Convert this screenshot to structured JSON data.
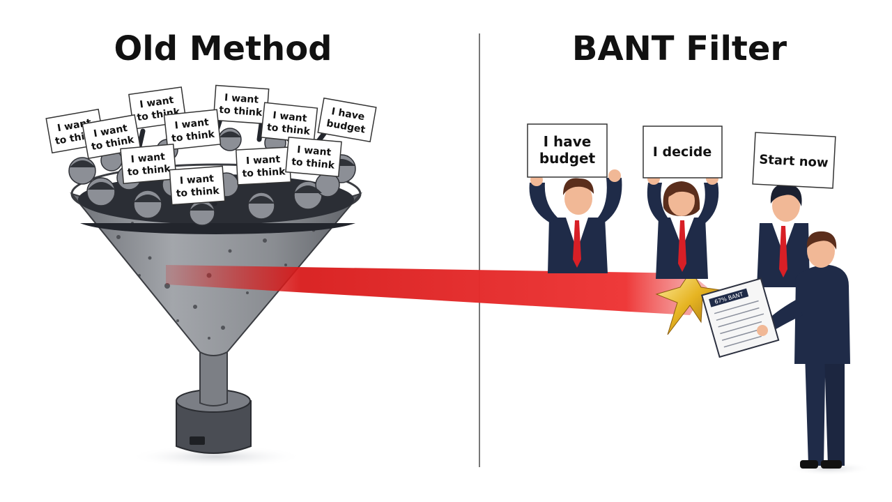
{
  "panels": {
    "left": {
      "title": "Old Method"
    },
    "right": {
      "title": "BANT Filter"
    }
  },
  "crowd_signs": {
    "want_think_line1": "I want",
    "want_think_line2": "to think",
    "have_budget_line1": "I have",
    "have_budget_line2": "budget"
  },
  "qualified_signs": {
    "budget_line1": "I have",
    "budget_line2": "budget",
    "decide": "I decide",
    "start": "Start now"
  },
  "document_text": "67% BANT",
  "colors": {
    "accent_red": "#e02020",
    "funnel_gray": "#8d9096",
    "suit_navy": "#1f2b48",
    "divider": "#777777",
    "star_gold": "#e6b422"
  }
}
